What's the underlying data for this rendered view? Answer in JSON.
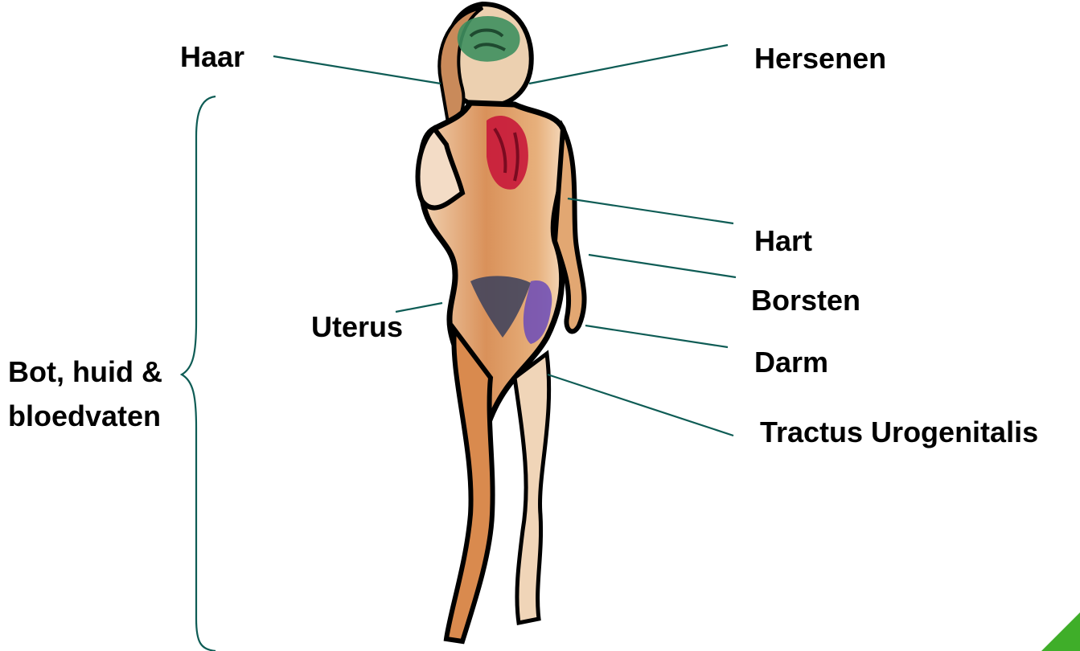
{
  "labels": {
    "haar": "Haar",
    "hersenen": "Hersenen",
    "hart": "Hart",
    "borsten": "Borsten",
    "uterus": "Uterus",
    "darm": "Darm",
    "tractus": "Tractus Urogenitalis",
    "bot_line1": "Bot, huid &",
    "bot_line2": "bloedvaten"
  },
  "colors": {
    "leader_line": "#0e5c55",
    "skin": "#d9915a",
    "skin_light": "#f0c9a0",
    "brain": "#3f8f5f",
    "heart": "#c8183a",
    "uterus": "#3a3f5c",
    "intestine": "#6b4bb8",
    "outline": "#000000",
    "accent": "#3fae29"
  },
  "figure": {
    "name": "woman-body-illustration"
  }
}
